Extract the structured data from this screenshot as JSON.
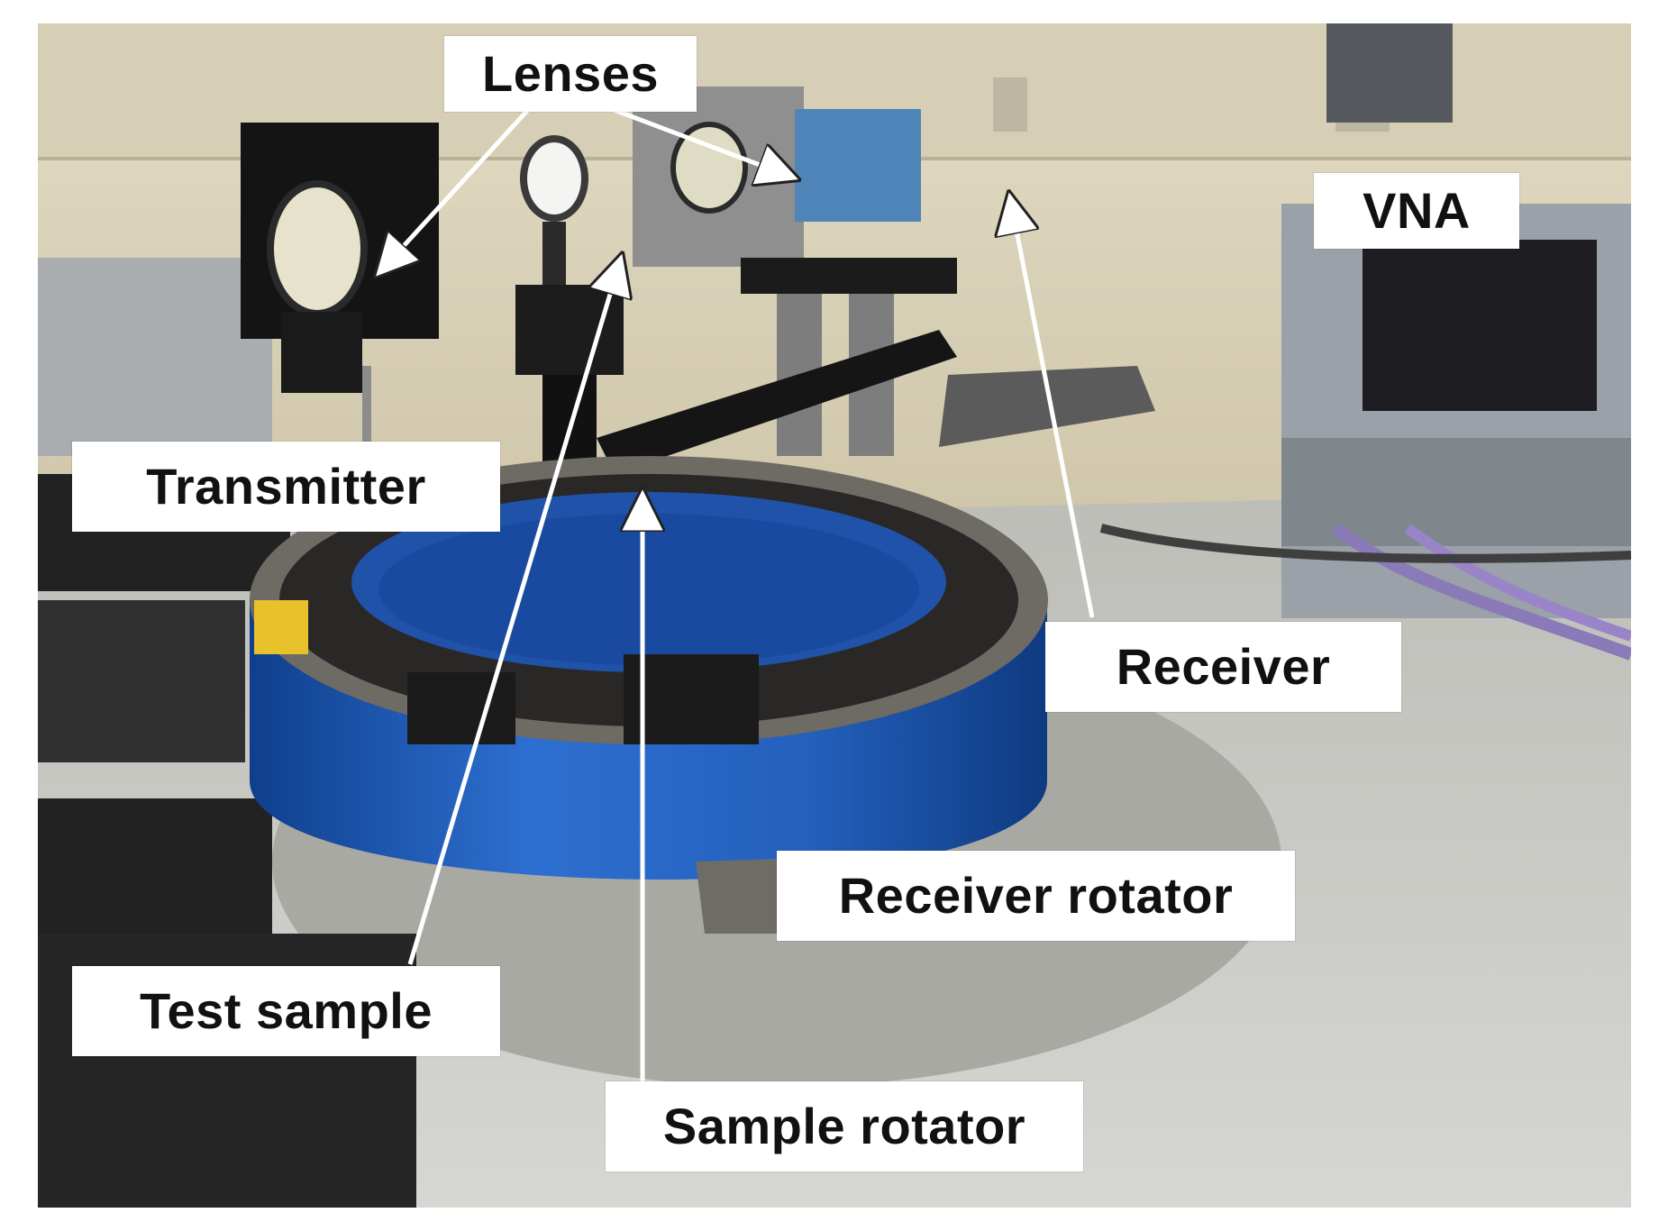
{
  "labels": {
    "lenses": "Lenses",
    "vna": "VNA",
    "transmitter": "Transmitter",
    "receiver": "Receiver",
    "receiver_rotator": "Receiver rotator",
    "test_sample": "Test sample",
    "sample_rotator": "Sample rotator"
  },
  "colors": {
    "rotator_blue": "#1f5fb8",
    "label_background": "#ffffff",
    "arrow": "#ffffff"
  }
}
